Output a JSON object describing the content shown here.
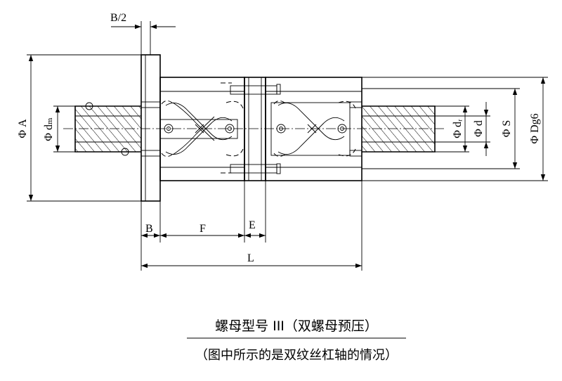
{
  "labels": {
    "b_half": "B/2",
    "phi_a": "Φ A",
    "phi_dm": "Φ dₘ",
    "phi_dr": "Φ dᵣ",
    "phi_d": "Φ d",
    "phi_s": "Φ S",
    "phi_dg6": "Φ Dg6",
    "b": "B",
    "f": "F",
    "e": "E",
    "l": "L"
  },
  "caption": {
    "title": "螺母型号 III（双螺母预压）",
    "subtitle": "（图中所示的是双纹丝杠轴的情况）"
  },
  "colors": {
    "line": "#000000",
    "background": "#ffffff"
  }
}
